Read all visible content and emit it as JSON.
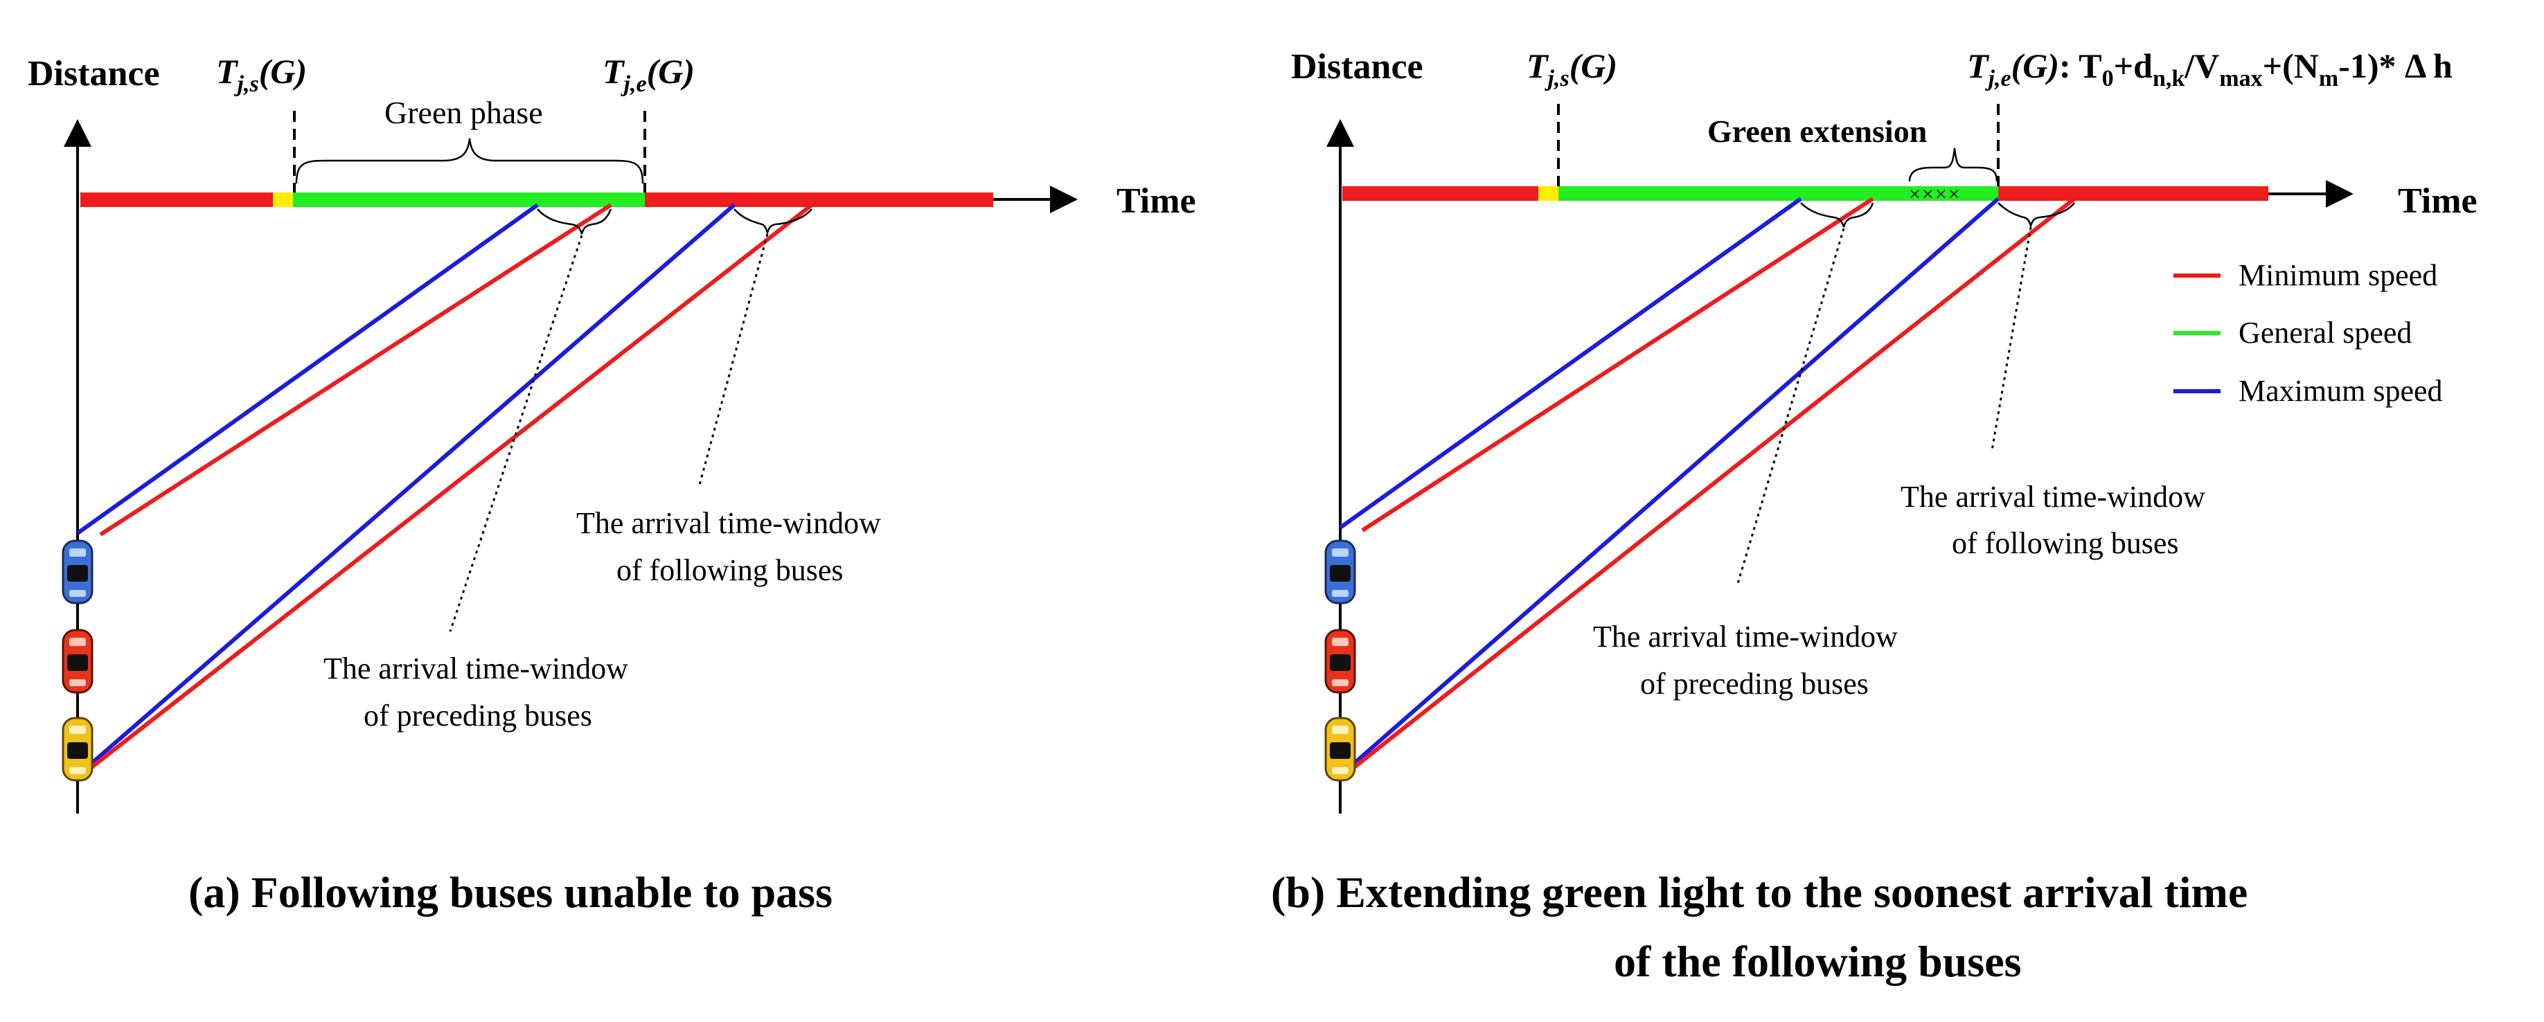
{
  "colors": {
    "red": "#ee1c1c",
    "green": "#22ee22",
    "yellow": "#ffee00",
    "blue": "#1c1cdd",
    "black": "#000000"
  },
  "panel_a": {
    "y_axis_label": "Distance",
    "x_axis_label": "Time",
    "label_start_T": "T",
    "label_start_sub": "j,s",
    "label_start_G": "(G)",
    "label_end_T": "T",
    "label_end_sub": "j,e",
    "label_end_G": "(G)",
    "brace_label": "Green phase",
    "annot_following_1": "The arrival time-window",
    "annot_following_2": "of following buses",
    "annot_preceding_1": "The arrival time-window",
    "annot_preceding_2": "of preceding buses",
    "caption": "(a) Following buses unable to pass"
  },
  "panel_b": {
    "y_axis_label": "Distance",
    "x_axis_label": "Time",
    "label_start_T": "T",
    "label_start_sub": "j,s",
    "label_start_G": "(G)",
    "label_end_T": "T",
    "label_end_sub": "j,e",
    "label_end_G": "(G)",
    "end_formula": {
      "prefix": ": T",
      "sub0": "0",
      "plus_d": "+d",
      "sub_nk": "n,k",
      "slash_v": "/V",
      "sub_max": "max",
      "plus_n": "+(N",
      "sub_m": "m",
      "rest": "-1)* Δ h"
    },
    "brace_label": "Green extension",
    "legend": [
      {
        "label": "Minimum speed",
        "color": "#ee1c1c"
      },
      {
        "label": "General speed",
        "color": "#22ee22"
      },
      {
        "label": "Maximum speed",
        "color": "#1c1cdd"
      }
    ],
    "annot_following_1": "The arrival time-window",
    "annot_following_2": "of following buses",
    "annot_preceding_1": "The arrival time-window",
    "annot_preceding_2": "of preceding buses",
    "caption_line1": "(b) Extending green light to the soonest arrival time",
    "caption_line2": "of the following buses"
  }
}
